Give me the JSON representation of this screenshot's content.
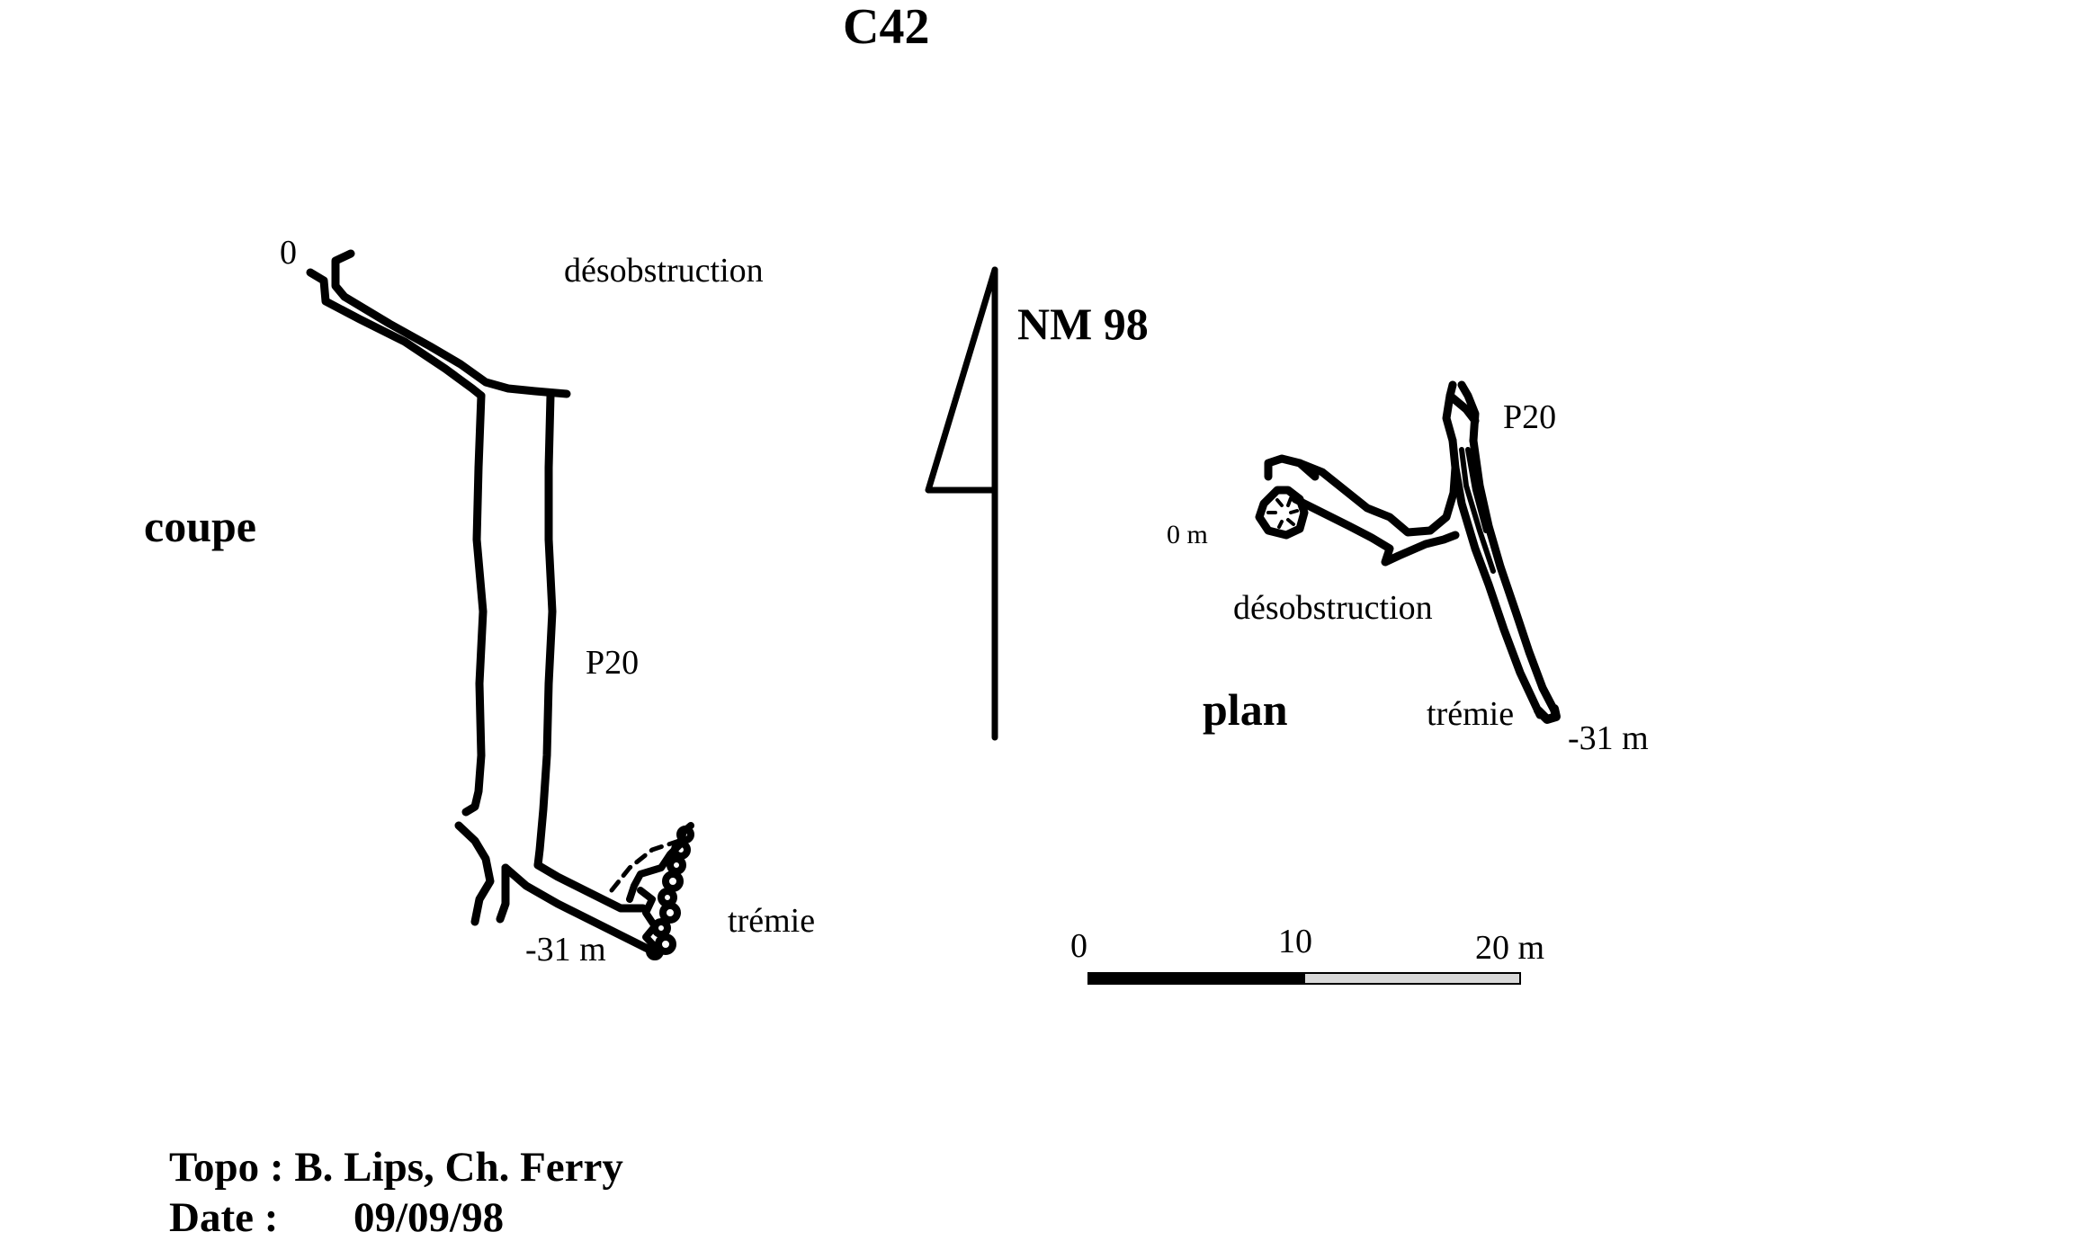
{
  "title": "C42",
  "section": {
    "label": "coupe",
    "entrance_label": "0",
    "dig_label": "désobstruction",
    "shaft_label": "P20",
    "collapse_label": "trémie",
    "depth_label": "-31 m"
  },
  "north_arrow": {
    "label": "NM 98"
  },
  "plan": {
    "label": "plan",
    "entrance_label": "0 m",
    "dig_label": "désobstruction",
    "shaft_label": "P20",
    "collapse_label": "trémie",
    "depth_label": "-31 m"
  },
  "scale_bar": {
    "label_0": "0",
    "label_10": "10",
    "label_20": "20 m"
  },
  "credits": {
    "topo": "Topo : B. Lips, Ch. Ferry",
    "date_label": "Date :",
    "date_value": "09/09/98"
  }
}
